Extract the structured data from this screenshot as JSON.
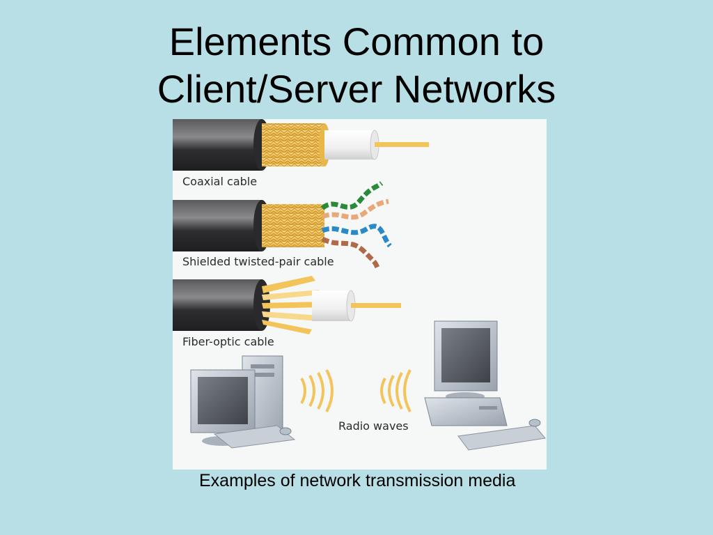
{
  "slide": {
    "title_line1": "Elements Common to",
    "title_line2": "Client/Server Networks",
    "caption": "Examples of network transmission media"
  },
  "figure": {
    "labels": {
      "coaxial": "Coaxial cable",
      "twisted_pair": "Shielded twisted-pair cable",
      "fiber": "Fiber-optic cable",
      "radio": "Radio waves"
    },
    "icons": [
      "coaxial-cable-icon",
      "twisted-pair-cable-icon",
      "fiber-optic-cable-icon",
      "computer-icon",
      "radio-waves-icon"
    ]
  },
  "colors": {
    "background": "#b8dfe5",
    "braid": "#f2c45a",
    "jacket": "#3a3a3c",
    "core": "#ffffff",
    "wire_green": "#2a8a3a",
    "wire_blue": "#2a8ac8",
    "wire_orange": "#e8a878",
    "wire_brown": "#b06a4a",
    "computer": "#b8c0cc"
  }
}
